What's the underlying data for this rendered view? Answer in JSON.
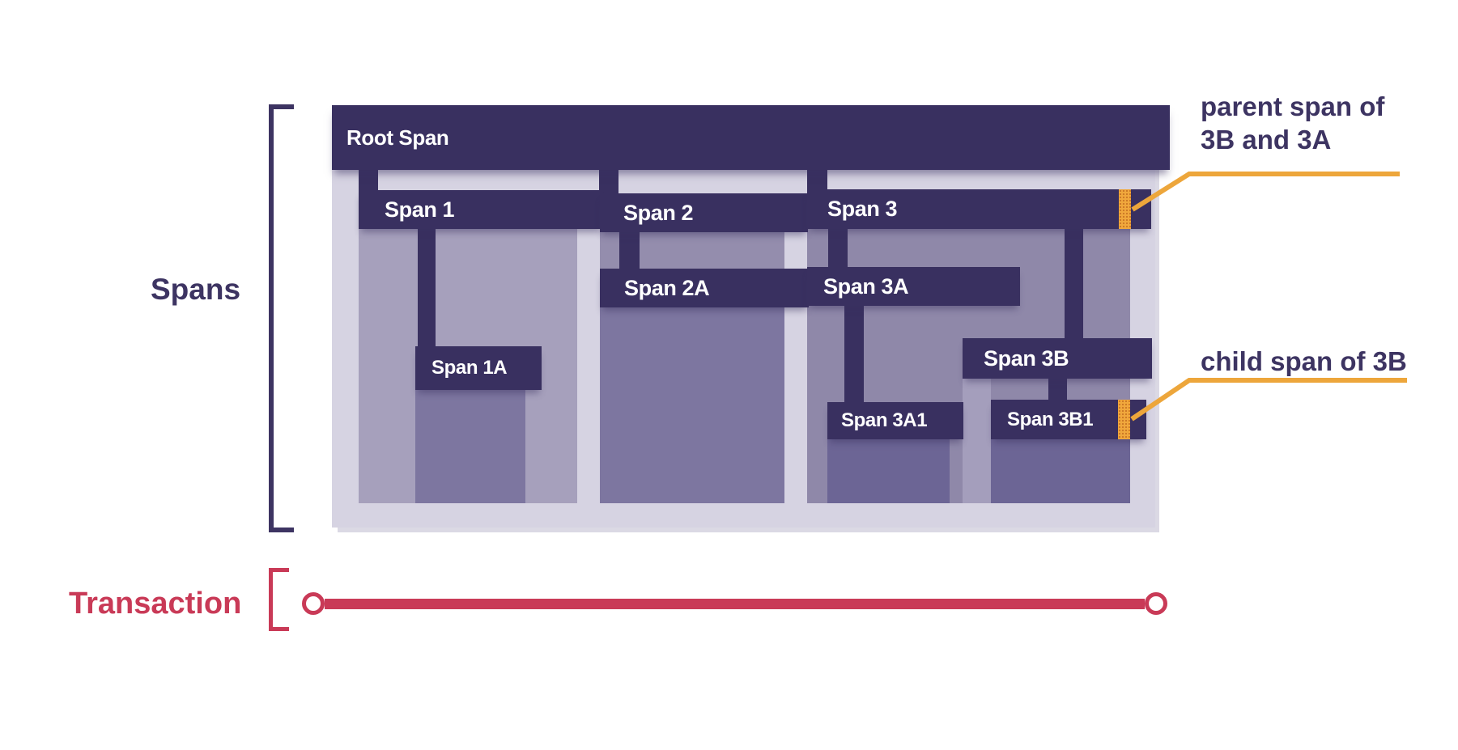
{
  "labels": {
    "spans": "Spans",
    "transaction": "Transaction"
  },
  "spans": {
    "root_label": "Root Span",
    "bars": [
      {
        "label": "Span 1"
      },
      {
        "label": "Span 1A"
      },
      {
        "label": "Span 2"
      },
      {
        "label": "Span 2A"
      },
      {
        "label": "Span 3"
      },
      {
        "label": "Span 3A"
      },
      {
        "label": "Span 3A1"
      },
      {
        "label": "Span 3B"
      },
      {
        "label": "Span 3B1"
      }
    ]
  },
  "annotations": {
    "parent": {
      "line1": "parent span of",
      "line2": "3B and 3A"
    },
    "child": {
      "text": "child span of 3B"
    }
  },
  "colors": {
    "span_bar_dark": "#393060",
    "panel_background": "#d6d3e2",
    "highlight_orange": "#f0a73c",
    "callout_line_orange": "#eda63b",
    "transaction_red": "#c93a57",
    "label_text": "#3d3462",
    "bar_text": "#ffffff"
  }
}
